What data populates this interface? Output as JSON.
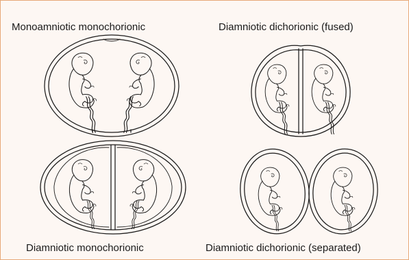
{
  "labels": {
    "top_left": "Monoamniotic monochorionic",
    "top_right": "Diamniotic dichorionic (fused)",
    "bottom_left": "Diamniotic monochorionic",
    "bottom_right": "Diamniotic dichorionic (separated)"
  },
  "panels": [
    {
      "id": "monoamniotic-monochorionic",
      "chorion": "single",
      "amnion": "single",
      "fetuses": 2
    },
    {
      "id": "diamniotic-dichorionic-fused",
      "chorion": "two fused",
      "amnion": "two",
      "fetuses": 2
    },
    {
      "id": "diamniotic-monochorionic",
      "chorion": "single",
      "amnion": "two",
      "fetuses": 2
    },
    {
      "id": "diamniotic-dichorionic-separated",
      "chorion": "two separate",
      "amnion": "two",
      "fetuses": 2
    }
  ],
  "colors": {
    "frame": "#e7a878",
    "background": "#fdf7f3",
    "ink": "#1b1b1b"
  }
}
